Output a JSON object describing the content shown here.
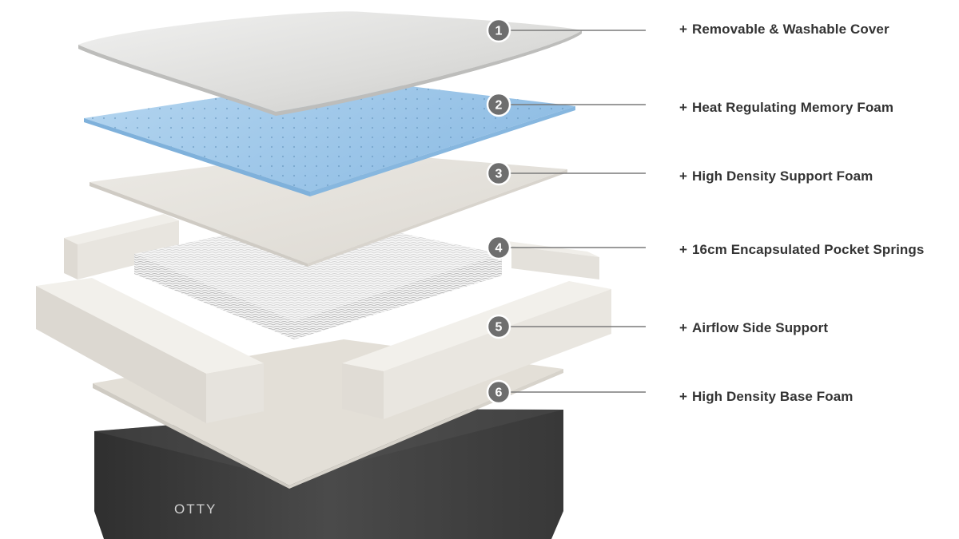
{
  "brand": "OTTY",
  "colors": {
    "badge": "#6e6e6e",
    "leader_line": "#7a7a7a",
    "label_text": "#333333",
    "memory_foam": "#9cc6e8",
    "foam": "#e6e3dd",
    "base": "#3c3c3c"
  },
  "layers": [
    {
      "number": "1",
      "prefix": "+",
      "label": "Removable & Washable Cover"
    },
    {
      "number": "2",
      "prefix": "+",
      "label": "Heat Regulating Memory Foam"
    },
    {
      "number": "3",
      "prefix": "+",
      "label": "High Density Support Foam"
    },
    {
      "number": "4",
      "prefix": "+",
      "label": "16cm Encapsulated Pocket Springs"
    },
    {
      "number": "5",
      "prefix": "+",
      "label": "Airflow Side Support"
    },
    {
      "number": "6",
      "prefix": "+",
      "label": "High Density Base Foam"
    }
  ]
}
